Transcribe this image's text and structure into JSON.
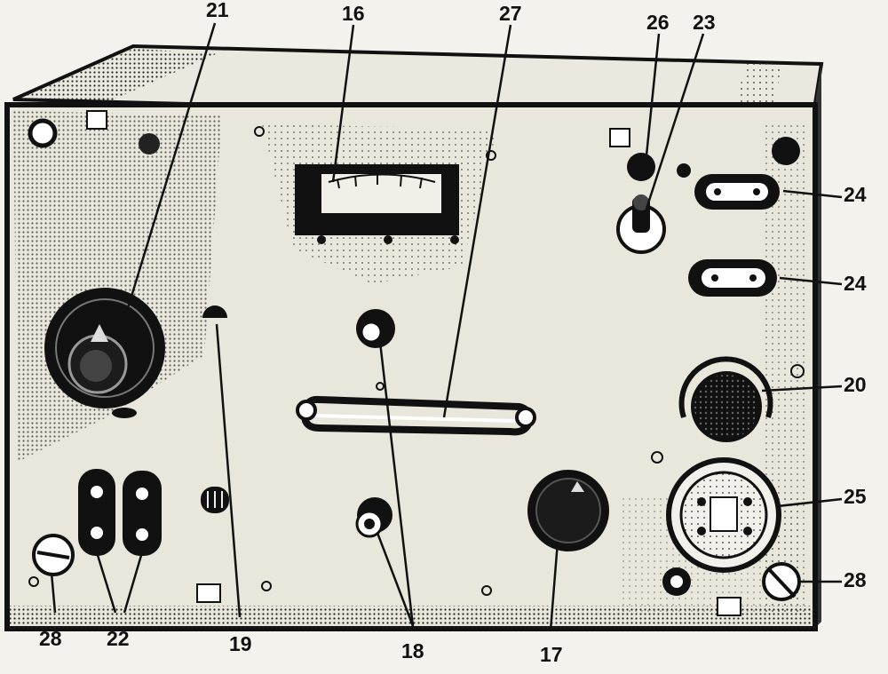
{
  "figure": {
    "description_labels": [
      "16",
      "17",
      "18",
      "19",
      "20",
      "21",
      "22",
      "23",
      "24",
      "25",
      "26",
      "27",
      "28"
    ],
    "colors": {
      "ink": "#111111",
      "panel": "#e9e6dc",
      "paper": "#f4f2ec",
      "shade": "#2a2a2a"
    }
  },
  "labels": {
    "l21": "21",
    "l16": "16",
    "l27": "27",
    "l26": "26",
    "l23": "23",
    "l24a": "24",
    "l24b": "24",
    "l20": "20",
    "l25": "25",
    "l28r": "28",
    "l28l": "28",
    "l22": "22",
    "l19": "19",
    "l18": "18",
    "l17": "17"
  }
}
